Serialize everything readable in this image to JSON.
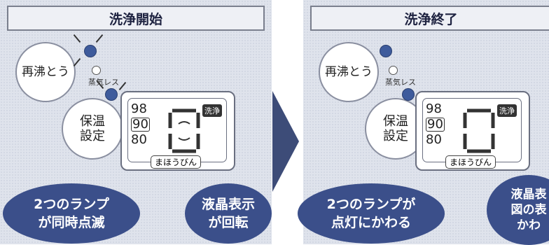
{
  "left_panel": {
    "title": "洗浄開始",
    "reboil_button": "再沸とう",
    "steamless_label": "蒸気レス",
    "keep_warm_button": "保温\n設定",
    "temps": [
      "98",
      "90",
      "80"
    ],
    "wash_badge": "洗浄",
    "mode_label": "まほうびん",
    "caption1": "2つのランプ\nが同時点滅",
    "caption2": "液晶表示\nが回転"
  },
  "right_panel": {
    "title": "洗浄終了",
    "reboil_button": "再沸とう",
    "steamless_label": "蒸気レス",
    "keep_warm_button": "保温\n設定",
    "temps": [
      "98",
      "90",
      "80"
    ],
    "wash_badge": "洗浄",
    "mode_label": "まほうびん",
    "caption1": "2つのランプが\n点灯にかわる",
    "caption2": "液晶表\n図の表\nかわ"
  },
  "colors": {
    "lamp": "#3e5b9c",
    "oval": "#3b4f8a",
    "arrow": "#3d4c78"
  }
}
